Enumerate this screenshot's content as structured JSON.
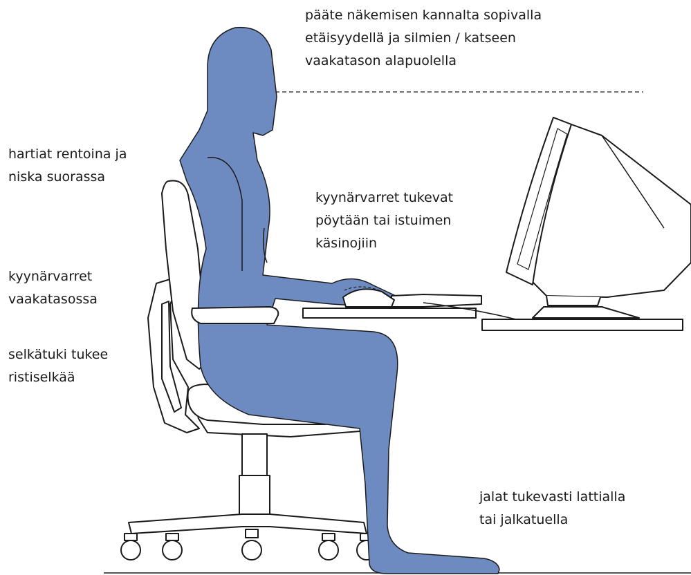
{
  "colors": {
    "figure_fill": "#6d8bc0",
    "line": "#1a1a1a",
    "background": "#ffffff"
  },
  "labels": {
    "monitor": [
      "pääte näkemisen kannalta sopivalla",
      "etäisyydellä ja silmien / katseen",
      "vaakatason alapuolella"
    ],
    "shoulders": [
      "hartiat rentoina ja",
      "niska suorassa"
    ],
    "forearms_support": [
      "kyynärvarret tukevat",
      "pöytään tai istuimen",
      "käsinojiin"
    ],
    "forearms_level": [
      "kyynärvarret",
      "vaakatasossa"
    ],
    "backrest": [
      "selkätuki tukee",
      "ristiselkää"
    ],
    "feet": [
      "jalat tukevasti lattialla",
      "tai jalkatuella"
    ]
  }
}
